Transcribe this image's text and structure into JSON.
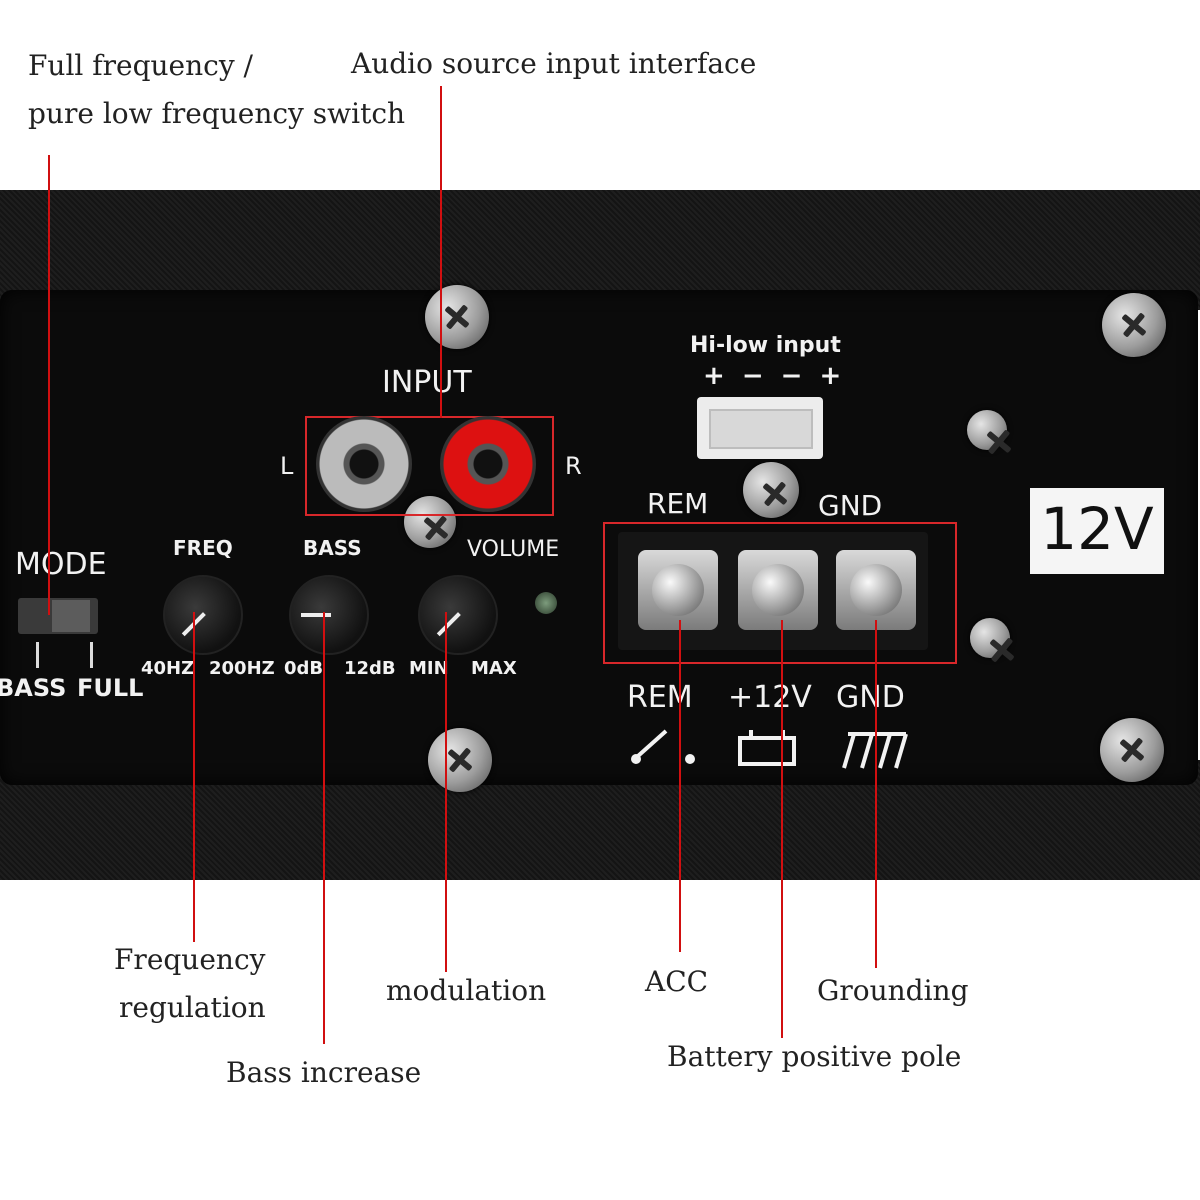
{
  "callouts": {
    "mode_switch_line1": "Full frequency /",
    "mode_switch_line2": "pure low frequency switch",
    "audio_input": "Audio source input interface",
    "freq_line1": "Frequency",
    "freq_line2": "regulation",
    "bass": "Bass increase",
    "modulation": "modulation",
    "acc": "ACC",
    "battery": "Battery positive pole",
    "grounding": "Grounding"
  },
  "panel": {
    "input_label": "INPUT",
    "left_channel": "L",
    "right_channel": "R",
    "hi_low_label": "Hi-low input",
    "hi_low_polarity": "+ − − +",
    "mode_label": "MODE",
    "mode_bass": "BASS",
    "mode_full": "FULL",
    "freq_label": "FREQ",
    "freq_min": "40HZ",
    "freq_max": "200HZ",
    "bass_label": "BASS",
    "bass_min": "0dB",
    "bass_max": "12dB",
    "volume_label": "VOLUME",
    "volume_min": "MIN",
    "volume_max": "MAX",
    "rem_top": "REM",
    "gnd_top": "GND",
    "rem_bottom": "REM",
    "plus12v_bottom": "+12V",
    "gnd_bottom": "GND",
    "voltage_sticker": "12V"
  },
  "icons": [
    "switch-symbol-icon",
    "battery-symbol-icon",
    "ground-symbol-icon"
  ],
  "colors": {
    "lead_line": "#d10f10",
    "highlight_box": "#d8272a",
    "panel": "#0b0b0b"
  }
}
